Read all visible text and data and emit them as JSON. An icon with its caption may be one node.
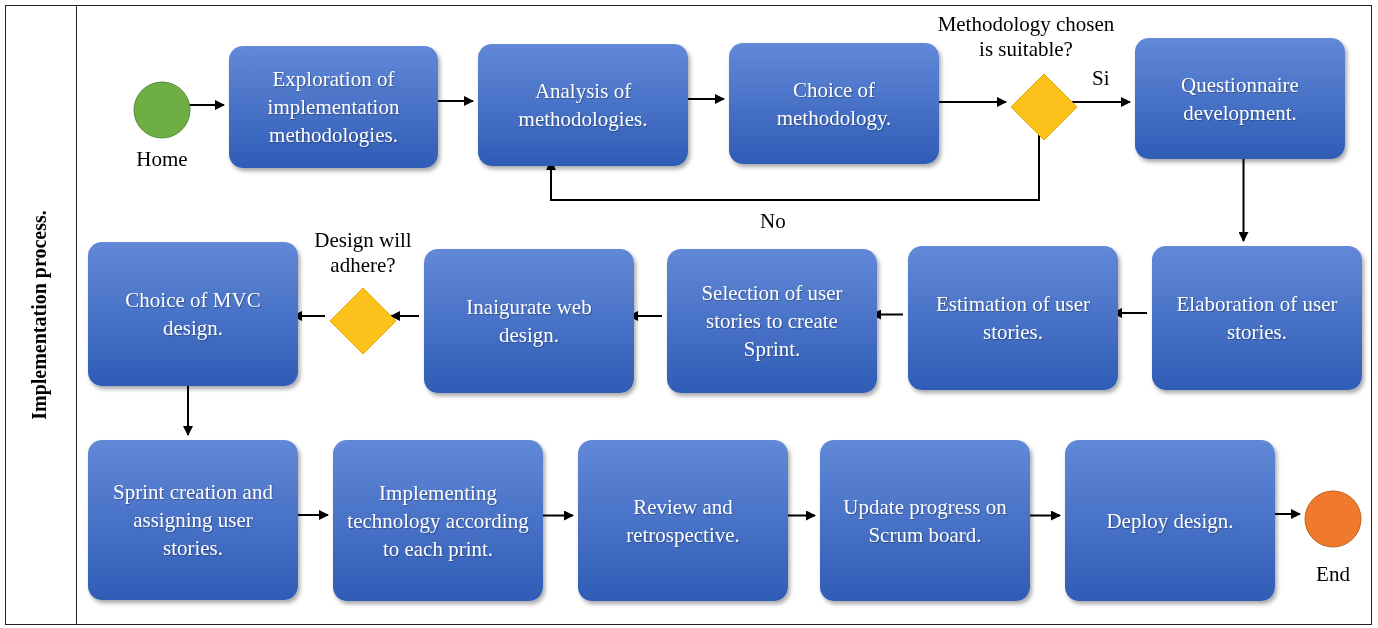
{
  "diagram": {
    "nodes": [
      {
        "text": [
          "Implementation process."
        ]
      },
      {
        "text": [
          "Home"
        ],
        "in": 0
      },
      {
        "text": [
          "Exploration of implementation methodologies."
        ],
        "in": 0
      },
      {
        "text": [
          "Analysis of methodologies."
        ],
        "in": 0
      },
      {
        "text": [
          "Choice of methodology."
        ],
        "in": 0
      },
      {
        "text": [
          "Methodology chosen is suitable?"
        ],
        "in": 0
      },
      {
        "text": [
          "Questionnaire development."
        ],
        "in": 0
      },
      {
        "text": [
          "Elaboration of user stories."
        ],
        "in": 0
      },
      {
        "text": [
          "Estimation of user stories."
        ],
        "in": 0
      },
      {
        "text": [
          "Selection of user stories to create Sprint."
        ],
        "in": 0
      },
      {
        "text": [
          "Inaigurate web design."
        ],
        "in": 0
      },
      {
        "text": [
          "Design will adhere?"
        ],
        "in": 0
      },
      {
        "text": [
          "Choice of MVC design."
        ],
        "in": 0
      },
      {
        "text": [
          "Sprint creation and assigning user stories."
        ],
        "in": 0
      },
      {
        "text": [
          "Implementing technology according to each print."
        ],
        "in": 0
      },
      {
        "text": [
          "Review and retrospective."
        ],
        "in": 0
      },
      {
        "text": [
          "Update progress on Scrum board."
        ],
        "in": 0
      },
      {
        "text": [
          "Deploy design."
        ],
        "in": 0
      },
      {
        "text": [
          "End"
        ],
        "in": 0
      }
    ],
    "edges": [
      {
        "from": 1,
        "to": 2,
        "arrow": "to"
      },
      {
        "from": 2,
        "to": 3,
        "arrow": "to"
      },
      {
        "from": 3,
        "to": 4,
        "arrow": "to"
      },
      {
        "from": 4,
        "to": 5,
        "arrow": "to"
      },
      {
        "from": 5,
        "to": 6,
        "arrow": "to",
        "label": "Si"
      },
      {
        "from": 5,
        "to": 3,
        "arrow": "to",
        "label": "No"
      },
      {
        "from": 6,
        "to": 7,
        "arrow": "to"
      },
      {
        "from": 7,
        "to": 8,
        "arrow": "to"
      },
      {
        "from": 8,
        "to": 9,
        "arrow": "to"
      },
      {
        "from": 9,
        "to": 10,
        "arrow": "to"
      },
      {
        "from": 10,
        "to": 11,
        "arrow": "to"
      },
      {
        "from": 11,
        "to": 12,
        "arrow": "to"
      },
      {
        "from": 12,
        "to": 13,
        "arrow": "to"
      },
      {
        "from": 13,
        "to": 14,
        "arrow": "to"
      },
      {
        "from": 14,
        "to": 15,
        "arrow": "to"
      },
      {
        "from": 15,
        "to": 16,
        "arrow": "to"
      },
      {
        "from": 16,
        "to": 17,
        "arrow": "to"
      },
      {
        "from": 17,
        "to": 18,
        "arrow": "to"
      }
    ]
  }
}
